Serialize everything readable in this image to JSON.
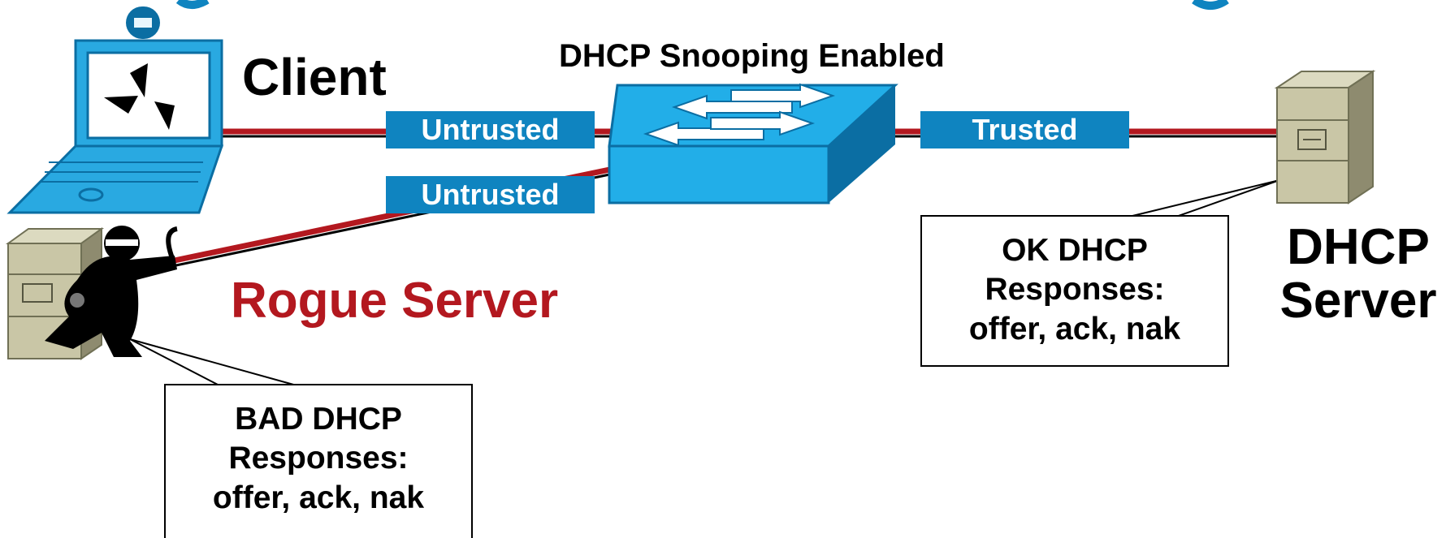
{
  "diagram": {
    "title": "DHCP Snooping Enabled",
    "client": {
      "label": "Client"
    },
    "rogue": {
      "label": "Rogue Server"
    },
    "server": {
      "label": "DHCP Server"
    },
    "ports": {
      "client_port": "Untrusted",
      "rogue_port": "Untrusted",
      "server_port": "Trusted"
    },
    "callouts": {
      "ok": {
        "line1": "OK DHCP",
        "line2": "Responses:",
        "line3": "offer, ack, nak"
      },
      "bad": {
        "line1": "BAD DHCP",
        "line2": "Responses:",
        "line3": "offer, ack, nak"
      }
    },
    "colors": {
      "link": "#b3181f",
      "port_fill": "#0f84c0",
      "switch_top": "#22aee8",
      "switch_side": "#0b6ea3",
      "device_blue": "#29a9e1",
      "server_tan": "#c9c6a6",
      "rogue_text": "#b3181f"
    },
    "icons": [
      "laptop-icon",
      "switch-icon",
      "server-icon",
      "rogue-server-icon",
      "hacker-figure-icon"
    ]
  }
}
